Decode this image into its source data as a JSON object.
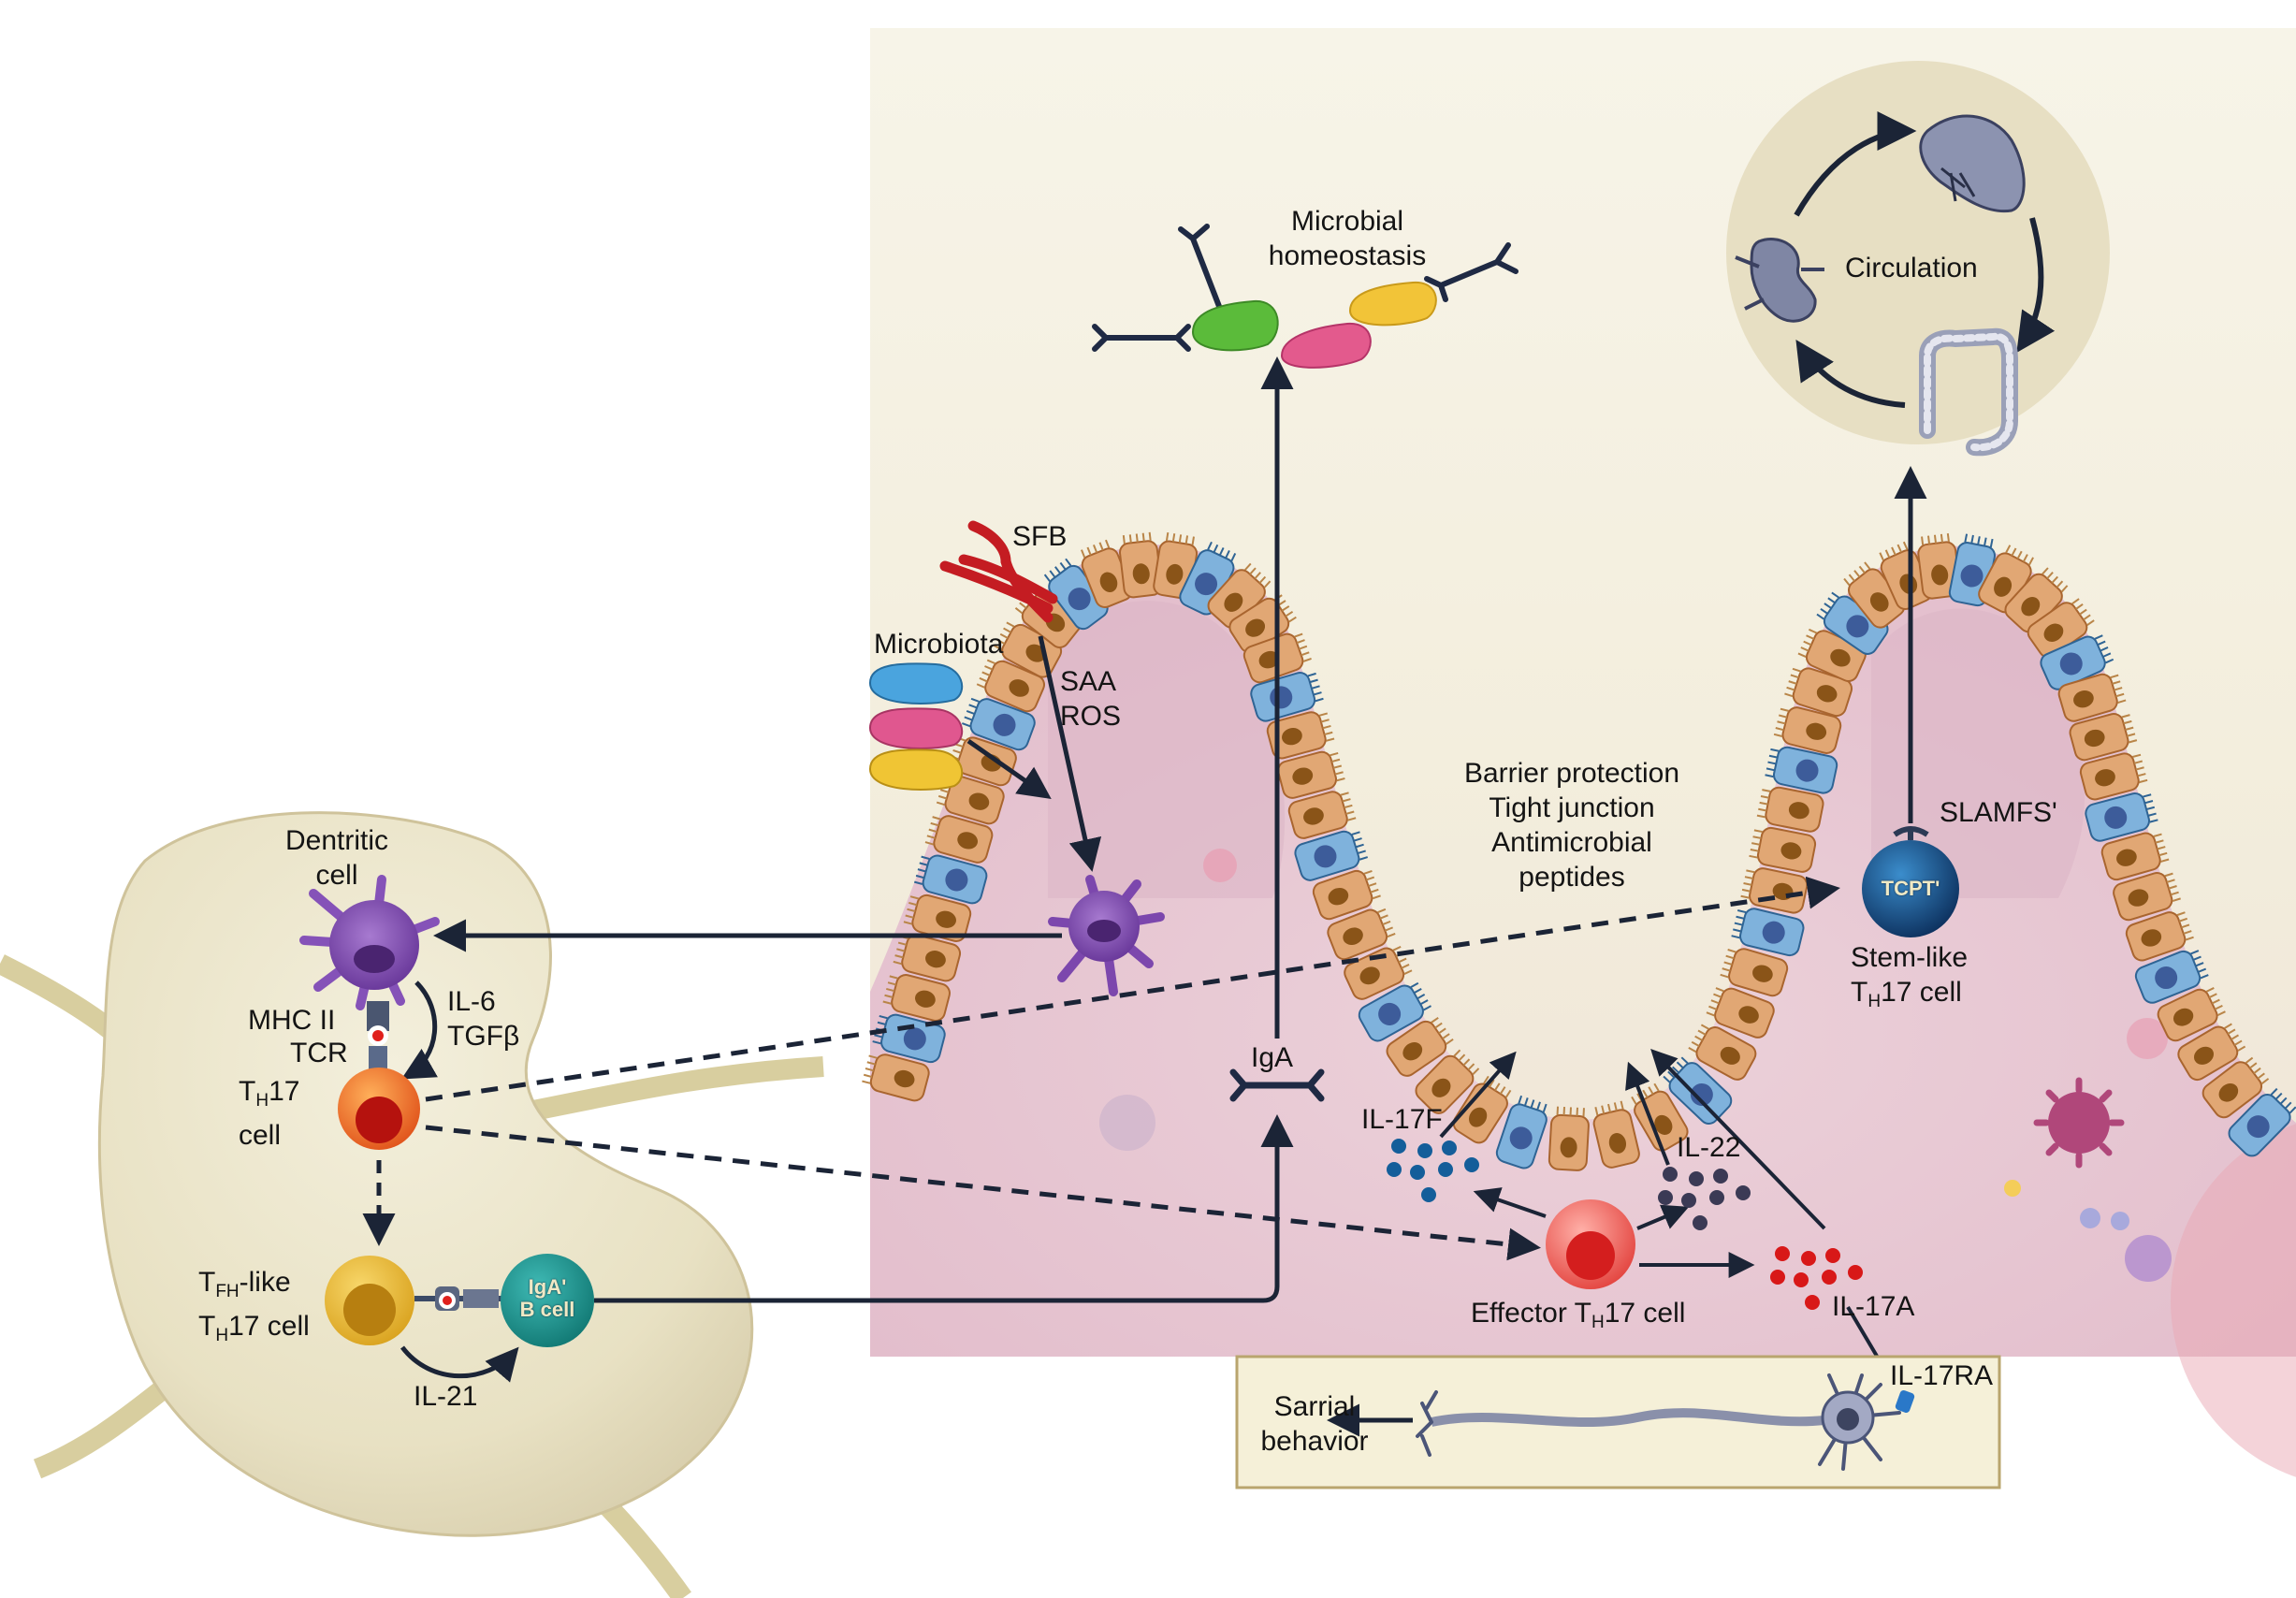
{
  "figure": {
    "title": "TH17 cell circulation and gut-immune interactions",
    "colors": {
      "panel_bg_top": "#f6f3e6",
      "lamina_pink": "#e9c9d2",
      "enterocyte": "#e1a774",
      "goblet_blue": "#7fb2dc",
      "arrow": "#1b2436",
      "lymph_node": "#ece6cc",
      "circulation_bg": "#e8e0c4",
      "neuron_box": "#f5f0d8"
    }
  },
  "labels": {
    "microbial_homeostasis": [
      "Microbial",
      "homeostasis"
    ],
    "circulation": "Circulation",
    "sfb": "SFB",
    "microbiota": "Microbiota",
    "saa_ros": [
      "SAA",
      "ROS"
    ],
    "barrier": [
      "Barrier protection",
      "Tight junction",
      "Antimicrobial",
      "peptides"
    ],
    "slamf": "SLAMFS'",
    "stem_cell_marker": "TCPT'",
    "stem_like": [
      "Stem-like",
      "T",
      "H",
      "17 cell"
    ],
    "iga": "IgA",
    "il17f": "IL-17F",
    "il22": "IL-22",
    "il17a": "IL-17A",
    "il17ra": "IL-17RA",
    "effector": [
      "Effector T",
      "H",
      "17 cell"
    ],
    "sarrial": [
      "Sarrial",
      "behavior"
    ],
    "dendritic": [
      "Dentritic",
      "cell"
    ],
    "mhc": "MHC II",
    "tcr": "TCR",
    "il6_tgfb": [
      "IL-6",
      "TGFβ"
    ],
    "th17": [
      "T",
      "H",
      "17",
      "cell"
    ],
    "tfh_like": [
      "T",
      "FH",
      "-like",
      "T",
      "H",
      "17 cell"
    ],
    "iga_b_cell": [
      "IgA'",
      "B cell"
    ],
    "il21": "IL-21"
  },
  "icons": {
    "organs": [
      "spleen-icon",
      "kidney-icon",
      "colon-icon"
    ],
    "bacteria_colors": [
      "#4aa4de",
      "#e0578f",
      "#f0c534",
      "#5bbb3a"
    ]
  }
}
